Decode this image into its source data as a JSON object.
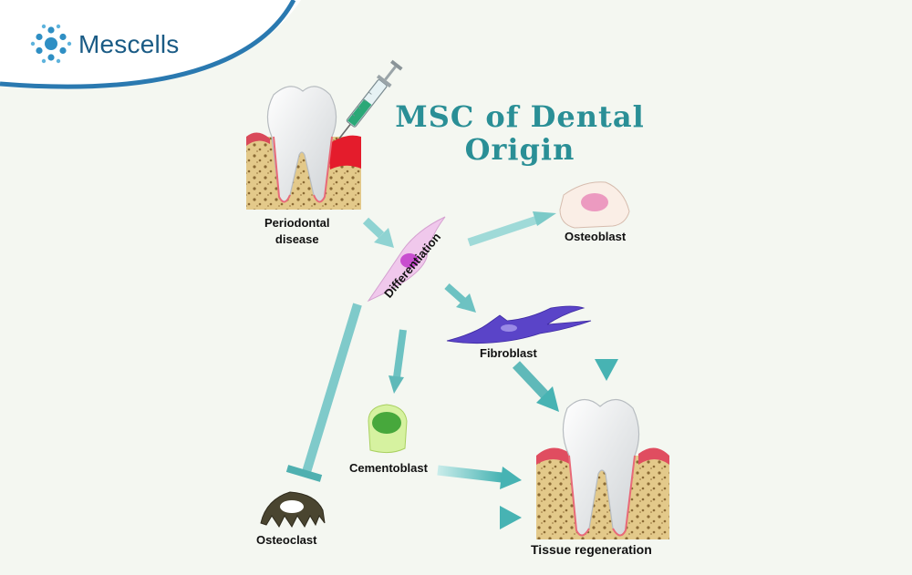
{
  "brand": {
    "name": "Mescells",
    "logo_icon": "cell-cluster-icon"
  },
  "title_lines": [
    "MSC of Dental",
    "Origin"
  ],
  "nodes": {
    "periodontal": [
      "Periodontal",
      "disease"
    ],
    "differentiation": "Differentiation",
    "osteoblast": "Osteoblast",
    "fibroblast": "Fibroblast",
    "cementoblast": "Cementoblast",
    "osteoclast": "Osteoclast",
    "tissue": "Tissue regeneration"
  },
  "colors": {
    "background": "#f4f7f1",
    "brand_blue": "#1a5b85",
    "title_teal": "#2a8f96",
    "arrow_teal": "#62bfbf"
  }
}
